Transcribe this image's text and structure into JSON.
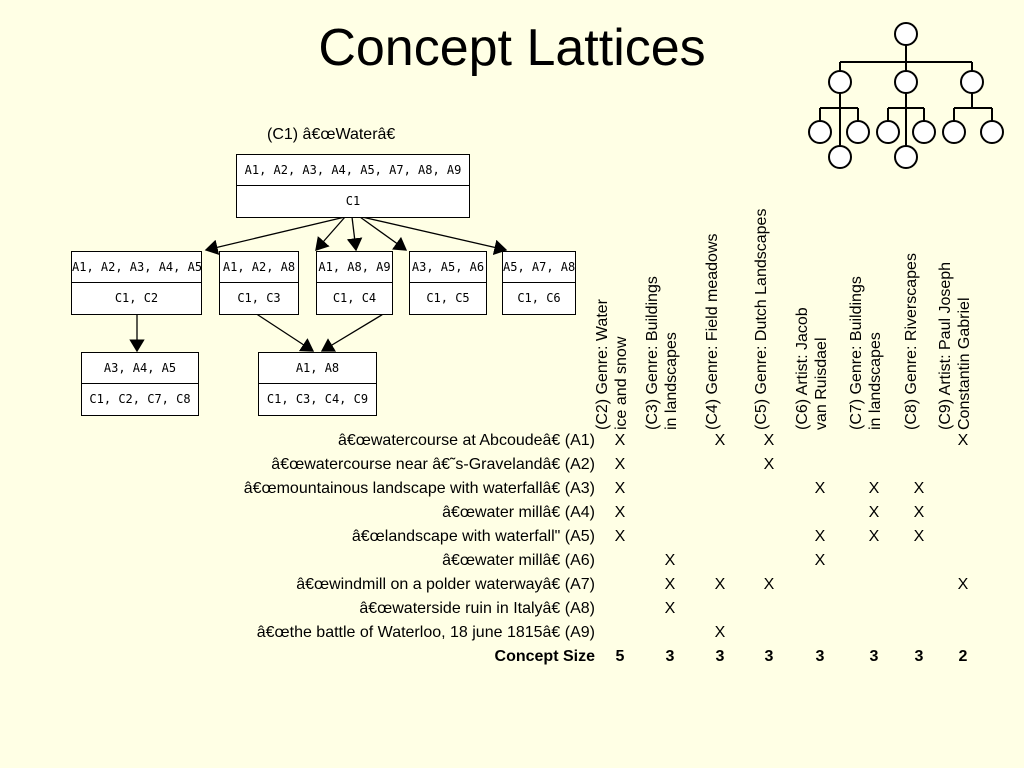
{
  "slide": {
    "title": "Concept Lattices"
  },
  "lattice": {
    "top_label": "(C1) â€œWaterâ€",
    "nodes": [
      {
        "objects": "A1, A2, A3, A4, A5, A7, A8, A9",
        "concepts": "C1"
      },
      {
        "objects": "A1, A2, A3, A4, A5",
        "concepts": "C1, C2"
      },
      {
        "objects": "A1, A2, A8",
        "concepts": "C1, C3"
      },
      {
        "objects": "A1, A8, A9",
        "concepts": "C1, C4"
      },
      {
        "objects": "A3, A5, A6",
        "concepts": "C1, C5"
      },
      {
        "objects": "A5, A7, A8",
        "concepts": "C1, C6"
      },
      {
        "objects": "A3, A4, A5",
        "concepts": "C1, C2, C7, C8"
      },
      {
        "objects": "A1, A8",
        "concepts": "C1, C3, C4, C9"
      }
    ]
  },
  "table": {
    "columns": [
      "(C2) Genre: Water\nice and snow",
      "(C3) Genre: Buildings\nin landscapes",
      "(C4) Genre: Field meadows",
      "(C5) Genre: Dutch Landscapes",
      "(C6) Artist: Jacob\nvan Ruisdael",
      "(C7) Genre: Buildings\nin landscapes",
      "(C8) Genre: Riverscapes",
      "(C9) Artist: Paul Joseph\nConstantin Gabriel"
    ],
    "rows": [
      {
        "label": "â€œwatercourse at Abcoudeâ€ (A1)",
        "marks": [
          "X",
          "",
          "X",
          "X",
          "",
          "",
          "",
          "X"
        ]
      },
      {
        "label": "â€œwatercourse near â€˜s-Gravelandâ€ (A2)",
        "marks": [
          "X",
          "",
          "",
          "X",
          "",
          "",
          "",
          ""
        ]
      },
      {
        "label": "â€œmountainous landscape with waterfallâ€ (A3)",
        "marks": [
          "X",
          "",
          "",
          "",
          "X",
          "X",
          "X",
          ""
        ]
      },
      {
        "label": "â€œwater millâ€ (A4)",
        "marks": [
          "X",
          "",
          "",
          "",
          "",
          "X",
          "X",
          ""
        ]
      },
      {
        "label": "â€œlandscape with waterfall\" (A5)",
        "marks": [
          "X",
          "",
          "",
          "",
          "X",
          "X",
          "X",
          ""
        ]
      },
      {
        "label": "â€œwater millâ€ (A6)",
        "marks": [
          "",
          "X",
          "",
          "",
          "X",
          "",
          "",
          ""
        ]
      },
      {
        "label": "â€œwindmill on a polder waterwayâ€ (A7)",
        "marks": [
          "",
          "X",
          "X",
          "X",
          "",
          "",
          "",
          "X"
        ]
      },
      {
        "label": "â€œwaterside ruin in Italyâ€ (A8)",
        "marks": [
          "",
          "X",
          "",
          "",
          "",
          "",
          "",
          ""
        ]
      },
      {
        "label": "â€œthe battle of Waterloo, 18 june 1815â€ (A9)",
        "marks": [
          "",
          "",
          "X",
          "",
          "",
          "",
          "",
          ""
        ]
      }
    ],
    "size_label": "Concept Size",
    "sizes": [
      "5",
      "3",
      "3",
      "3",
      "3",
      "3",
      "3",
      "2"
    ]
  }
}
